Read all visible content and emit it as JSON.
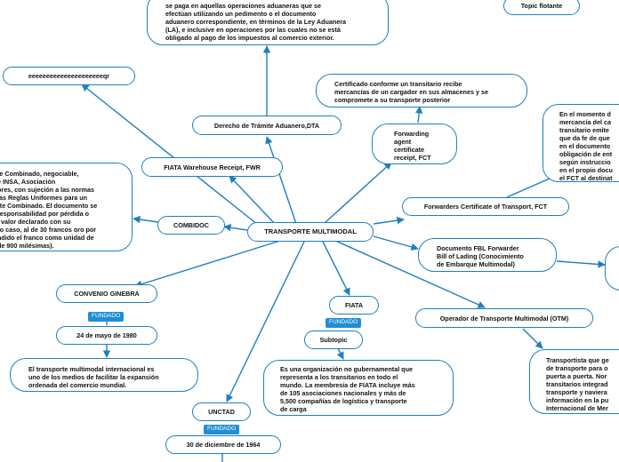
{
  "central": "TRANSPORTE MULTIMODAL",
  "topic_floating": "Topic flotante",
  "nodes": {
    "dta": "Derecho de Trámite Aduanero,DTA",
    "dta_text": "se paga en aquellas operaciones aduaneras que se\nefectúan utilizando un pedimento o el documento\naduanero correspondiente, en términos de la Ley Aduanera\n(LA), e inclusive en operaciones por las cuales no se está\nobligado al pago de los impuestos al comercio exterior.",
    "eeee": "eeeeeeeeeeeeeeeeeeeeeqr",
    "fwr": "FIATA Warehouse Receipt, FWR",
    "combidoc": "COMBIDOC",
    "combidoc_text": "te Combinado, negociable,\ne INSA, Asociación\nores, con sujeción a las normas\nlas Reglas Uniformes para un\nrte Combinado. El documento se\nresponsabilidad por pérdida o\nl valor declarado con su\nro caso, al de 30 francos oro por\nndido el franco como unidad de\nde 900 milésimas).",
    "fct_short": "Forwarding\nagent\ncertificate\nreceipt, FCT",
    "fct_cert": "Certificado conforme un transitario recibe\nmercancías de un cargador en sus almacenes y se\ncompromete a su transporte posterior",
    "fct_long": "Forwarders Certificate of Transport, FCT",
    "fct_right": "En el momento d\nmercancía del ca\ntransitario emite\nque da fe de que\nen el documento\nobligación de ent\nsegún instruccio\nen el propio docu\nel FCT al destinat",
    "fbl": "Documento FBL Forwarder\nBill of Lading (Conocimiento\nde Embarque Multimodal)",
    "otm": "Operador de Transporte Multimodal (OTM)",
    "otm_text": "Transportista que ge\nde transporte para o\npuerta a puerta. Nor\ntransitarios integrad\ntransporte y naviera\ninformación en la pu\nInternacional de Mer",
    "fiata": "FIATA",
    "subtopic": "Subtopic",
    "fiata_text": "Es una organización no gubernamental que\nrepresenta a los transitarios en todo el\nmundo. La membresía de FIATA incluye más\nde 105 asociaciones nacionales y más de\n5,500 compañías de logística y transporte\nde carga",
    "ginebra": "CONVENIO GINEBRA",
    "ginebra_date": "24 de mayo de 1980",
    "ginebra_text": "El transporte multimodal internacional es\nuno de los medios de facilitar la expansión\nordenada del comercio mundial.",
    "unctad": "UNCTAD",
    "unctad_date": "30 de diciembre de 1964"
  },
  "tags": {
    "fundado": "FUNDADO"
  },
  "colors": {
    "line": "#1f7fbf",
    "tag": "#1e8fd6"
  }
}
